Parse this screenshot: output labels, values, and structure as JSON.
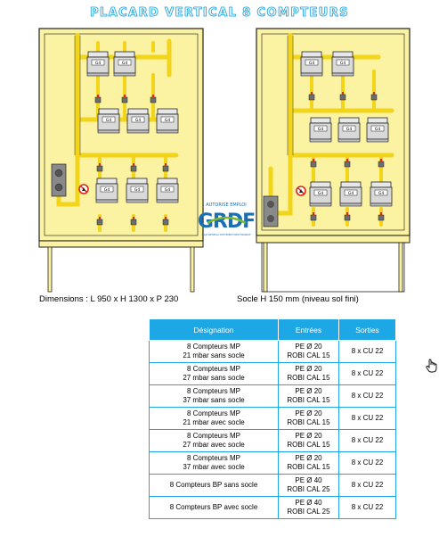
{
  "title": "PLACARD VERTICAL 8 COMPTEURS",
  "logo": {
    "text": "AUTORISE EMPLOI",
    "brand": "GRDF",
    "small": "GAZ RESEAU DISTRIBUTION FRANCE"
  },
  "meter_label": "G4",
  "dimensions_label": "Dimensions : L 950 x H 1300 x P 230",
  "socle_label": "Socle H 150 mm (niveau sol fini)",
  "table": {
    "headers": [
      "Désignation",
      "Entrées",
      "Sorties"
    ],
    "rows": [
      {
        "designation": [
          "8 Compteurs MP",
          "21 mbar sans socle"
        ],
        "entrees": [
          "PE Ø 20",
          "ROBI CAL 15"
        ],
        "sorties": "8 x CU 22"
      },
      {
        "designation": [
          "8 Compteurs MP",
          "27 mbar sans socle"
        ],
        "entrees": [
          "PE Ø 20",
          "ROBI CAL 15"
        ],
        "sorties": "8 x CU 22"
      },
      {
        "designation": [
          "8 Compteurs MP",
          "37 mbar sans socle"
        ],
        "entrees": [
          "PE Ø 20",
          "ROBI CAL 15"
        ],
        "sorties": "8 x CU 22"
      },
      {
        "designation": [
          "8 Compteurs MP",
          "21 mbar avec socle"
        ],
        "entrees": [
          "PE Ø 20",
          "ROBI CAL 15"
        ],
        "sorties": "8 x CU 22"
      },
      {
        "designation": [
          "8 Compteurs MP",
          "27 mbar avec socle"
        ],
        "entrees": [
          "PE Ø 20",
          "ROBI CAL 15"
        ],
        "sorties": "8 x CU 22"
      },
      {
        "designation": [
          "8 Compteurs MP",
          "37 mbar avec socle"
        ],
        "entrees": [
          "PE Ø 20",
          "ROBI CAL 15"
        ],
        "sorties": "8 x CU 22"
      },
      {
        "designation": [
          "8 Compteurs BP sans socle"
        ],
        "entrees": [
          "PE Ø 40",
          "ROBI CAL 25"
        ],
        "sorties": "8 x CU 22"
      },
      {
        "designation": [
          "8 Compteurs BP avec socle"
        ],
        "entrees": [
          "PE Ø 40",
          "ROBI CAL 25"
        ],
        "sorties": "8 x CU 22"
      }
    ]
  },
  "colors": {
    "accent_blue": "#1da7e4",
    "cabinet_fill": "#fbf3a2",
    "pipe_yellow": "#f2d41a",
    "meter_grey": "#d8d8d8",
    "warning_red": "#d9261c",
    "grdf_green": "#78b82a"
  },
  "icons": [
    "warning-sign-icon",
    "hand-cursor-icon"
  ]
}
